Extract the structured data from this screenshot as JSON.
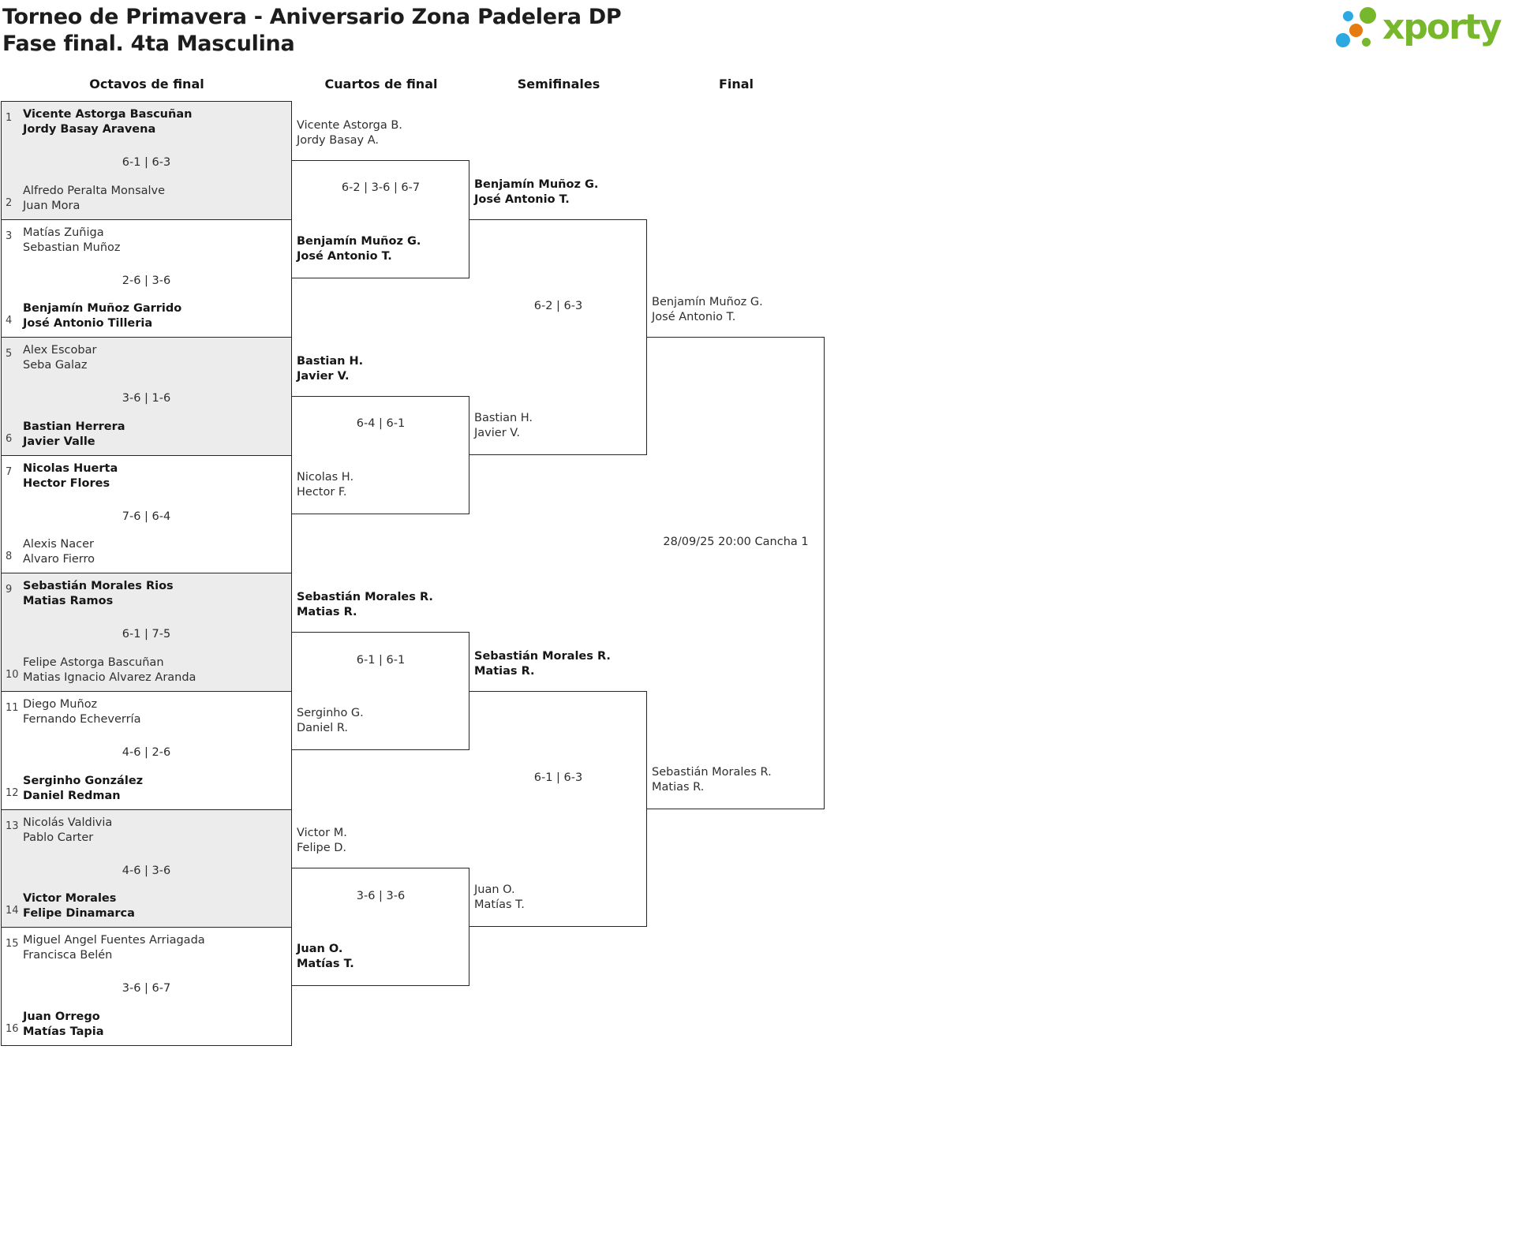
{
  "title": {
    "line1": "Torneo de Primavera - Aniversario Zona Padelera DP",
    "line2": "Fase final. 4ta Masculina"
  },
  "logo": {
    "text": "xporty",
    "green": "#77b72b",
    "blue": "#2ba9e0",
    "orange": "#e87a12"
  },
  "colors": {
    "border": "#262626",
    "row_alt_fill": "#ececec",
    "text": "#2f2f2f"
  },
  "columns": [
    {
      "label": "Octavos de final"
    },
    {
      "label": "Cuartos de final"
    },
    {
      "label": "Semifinales"
    },
    {
      "label": "Final"
    }
  ],
  "octavos": [
    {
      "seed_top": "1",
      "team_top": [
        "Vicente Astorga Bascuñan",
        "Jordy Basay Aravena"
      ],
      "top_winner": true,
      "score": "6-1 | 6-3",
      "seed_bottom": "2",
      "team_bottom": [
        "Alfredo Peralta Monsalve",
        "Juan Mora"
      ],
      "bottom_winner": false
    },
    {
      "seed_top": "3",
      "team_top": [
        "Matías Zuñiga",
        "Sebastian Muñoz"
      ],
      "top_winner": false,
      "score": "2-6 | 3-6",
      "seed_bottom": "4",
      "team_bottom": [
        "Benjamín Muñoz Garrido",
        "José Antonio Tilleria"
      ],
      "bottom_winner": true
    },
    {
      "seed_top": "5",
      "team_top": [
        "Alex Escobar",
        "Seba Galaz"
      ],
      "top_winner": false,
      "score": "3-6 | 1-6",
      "seed_bottom": "6",
      "team_bottom": [
        "Bastian Herrera",
        "Javier Valle"
      ],
      "bottom_winner": true
    },
    {
      "seed_top": "7",
      "team_top": [
        "Nicolas Huerta",
        "Hector Flores"
      ],
      "top_winner": true,
      "score": "7-6 | 6-4",
      "seed_bottom": "8",
      "team_bottom": [
        "Alexis Nacer",
        "Alvaro Fierro"
      ],
      "bottom_winner": false
    },
    {
      "seed_top": "9",
      "team_top": [
        "Sebastián Morales Rios",
        "Matias Ramos"
      ],
      "top_winner": true,
      "score": "6-1 | 7-5",
      "seed_bottom": "10",
      "team_bottom": [
        "Felipe Astorga Bascuñan",
        "Matias Ignacio Alvarez Aranda"
      ],
      "bottom_winner": false
    },
    {
      "seed_top": "11",
      "team_top": [
        "Diego Muñoz",
        "Fernando Echeverría"
      ],
      "top_winner": false,
      "score": "4-6 | 2-6",
      "seed_bottom": "12",
      "team_bottom": [
        "Serginho González",
        "Daniel Redman"
      ],
      "bottom_winner": true
    },
    {
      "seed_top": "13",
      "team_top": [
        "Nicolás Valdivia",
        "Pablo Carter"
      ],
      "top_winner": false,
      "score": "4-6 | 3-6",
      "seed_bottom": "14",
      "team_bottom": [
        "Victor Morales",
        "Felipe Dinamarca"
      ],
      "bottom_winner": true
    },
    {
      "seed_top": "15",
      "team_top": [
        "Miguel Angel Fuentes Arriagada",
        "Francisca Belén"
      ],
      "top_winner": false,
      "score": "3-6 | 6-7",
      "seed_bottom": "16",
      "team_bottom": [
        "Juan Orrego",
        "Matías Tapia"
      ],
      "bottom_winner": true
    }
  ],
  "cuartos": [
    {
      "team_top": [
        "Vicente Astorga B.",
        "Jordy Basay A."
      ],
      "top_winner": false,
      "score": "6-2 | 3-6 | 6-7",
      "team_bottom": [
        "Benjamín Muñoz G.",
        "José Antonio T."
      ],
      "bottom_winner": true
    },
    {
      "team_top": [
        "Bastian H.",
        "Javier V."
      ],
      "top_winner": true,
      "score": "6-4 | 6-1",
      "team_bottom": [
        "Nicolas H.",
        "Hector F."
      ],
      "bottom_winner": false
    },
    {
      "team_top": [
        "Sebastián Morales R.",
        "Matias R."
      ],
      "top_winner": true,
      "score": "6-1 | 6-1",
      "team_bottom": [
        "Serginho G.",
        "Daniel R."
      ],
      "bottom_winner": false
    },
    {
      "team_top": [
        "Victor M.",
        "Felipe D."
      ],
      "top_winner": false,
      "score": "3-6 | 3-6",
      "team_bottom": [
        "Juan O.",
        "Matías T."
      ],
      "bottom_winner": true
    }
  ],
  "semifinales": [
    {
      "team_top": [
        "Benjamín Muñoz G.",
        "José Antonio T."
      ],
      "top_winner": true,
      "score": "6-2 | 6-3",
      "team_bottom": [
        "Bastian H.",
        "Javier V."
      ],
      "bottom_winner": false
    },
    {
      "team_top": [
        "Sebastián Morales R.",
        "Matias R."
      ],
      "top_winner": true,
      "score": "6-1 | 6-3",
      "team_bottom": [
        "Juan O.",
        "Matías T."
      ],
      "bottom_winner": false
    }
  ],
  "final": {
    "team_top": [
      "Benjamín Muñoz G.",
      "José Antonio T."
    ],
    "info": "28/09/25 20:00 Cancha 1",
    "team_bottom": [
      "Sebastián Morales R.",
      "Matias R."
    ]
  }
}
